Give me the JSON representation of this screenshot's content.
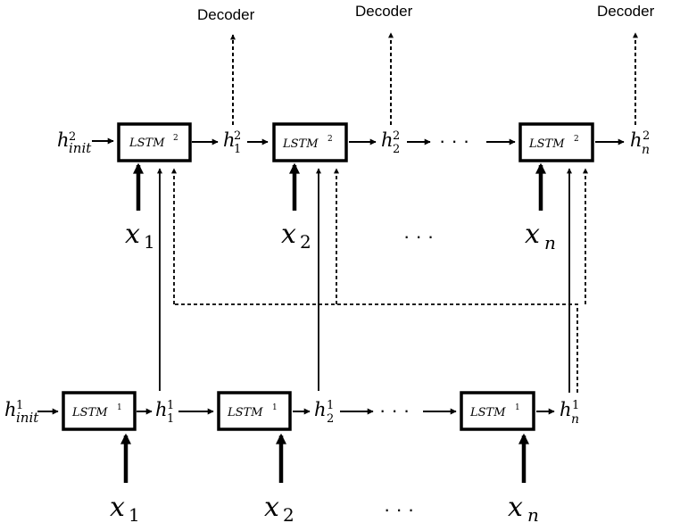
{
  "decoder_labels": [
    "Decoder",
    "Decoder",
    "Decoder"
  ],
  "layer2": {
    "init_state": {
      "base": "h",
      "sub": "init",
      "sup": "2"
    },
    "cells": [
      {
        "base": "LSTM",
        "sup": "2"
      },
      {
        "base": "LSTM",
        "sup": "2"
      },
      {
        "base": "LSTM",
        "sup": "2"
      }
    ],
    "states": [
      {
        "base": "h",
        "sub": "1",
        "sup": "2"
      },
      {
        "base": "h",
        "sub": "2",
        "sup": "2"
      },
      {
        "base": "h",
        "sub": "n",
        "sup": "2"
      }
    ],
    "inputs": [
      {
        "base": "x",
        "sub": "1"
      },
      {
        "base": "x",
        "sub": "2"
      },
      {
        "base": "x",
        "sub": "n"
      }
    ],
    "ellipsis_inline": "· · ·",
    "ellipsis_inputs": "· · ·"
  },
  "layer1": {
    "init_state": {
      "base": "h",
      "sub": "init",
      "sup": "1"
    },
    "cells": [
      {
        "base": "LSTM",
        "sup": "1"
      },
      {
        "base": "LSTM",
        "sup": "1"
      },
      {
        "base": "LSTM",
        "sup": "1"
      }
    ],
    "states": [
      {
        "base": "h",
        "sub": "1",
        "sup": "1"
      },
      {
        "base": "h",
        "sub": "2",
        "sup": "1"
      },
      {
        "base": "h",
        "sub": "n",
        "sup": "1"
      }
    ],
    "inputs": [
      {
        "base": "x",
        "sub": "1"
      },
      {
        "base": "x",
        "sub": "2"
      },
      {
        "base": "x",
        "sub": "n"
      }
    ],
    "ellipsis_inline": "· · ·",
    "ellipsis_inputs": "· · ·"
  }
}
